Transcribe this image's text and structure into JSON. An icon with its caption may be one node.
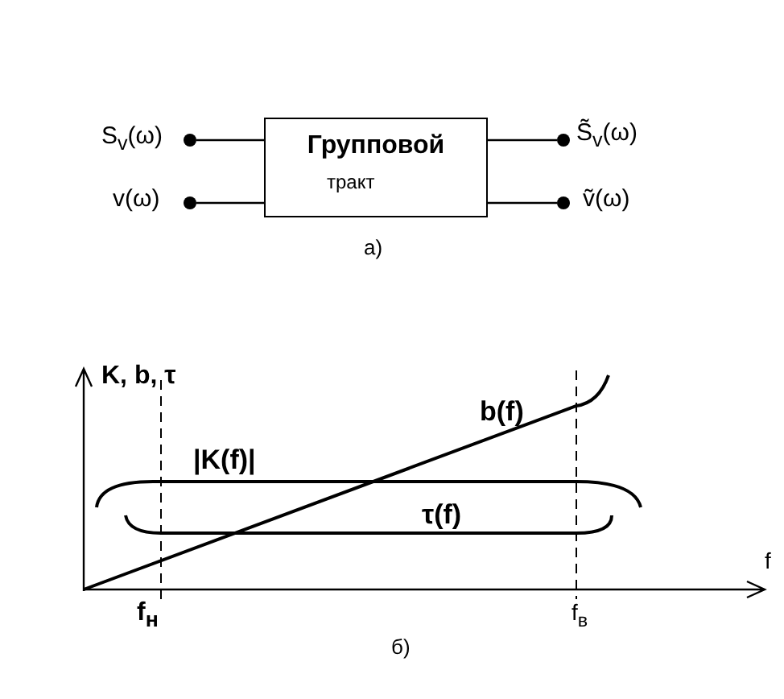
{
  "diagram": {
    "nodes": [
      {
        "text": [
          "Групповой",
          "тракт"
        ]
      },
      {
        "text": [],
        "shape": "circle",
        "beside": [
          "S$_{v}$(ω)"
        ]
      },
      {
        "text": [],
        "shape": "circle",
        "beside": [
          "v(ω)"
        ]
      },
      {
        "text": [],
        "shape": "circle",
        "beside": [
          "S̃$_{v}$(ω)"
        ]
      },
      {
        "text": [],
        "shape": "circle",
        "beside": [
          "ṽ(ω)"
        ]
      }
    ],
    "edges": [
      {
        "from": 1,
        "to": 0,
        "arrow": "none"
      },
      {
        "from": 2,
        "to": 0,
        "arrow": "none"
      },
      {
        "from": 0,
        "to": 3,
        "arrow": "none"
      },
      {
        "from": 0,
        "to": 4,
        "arrow": "none"
      }
    ],
    "labels": [
      "а)",
      "K, b, τ",
      "b(f)",
      "|K(f)|",
      "τ(f)",
      "f",
      "f$_{н}$",
      "f$_{в}$",
      "б)"
    ]
  }
}
